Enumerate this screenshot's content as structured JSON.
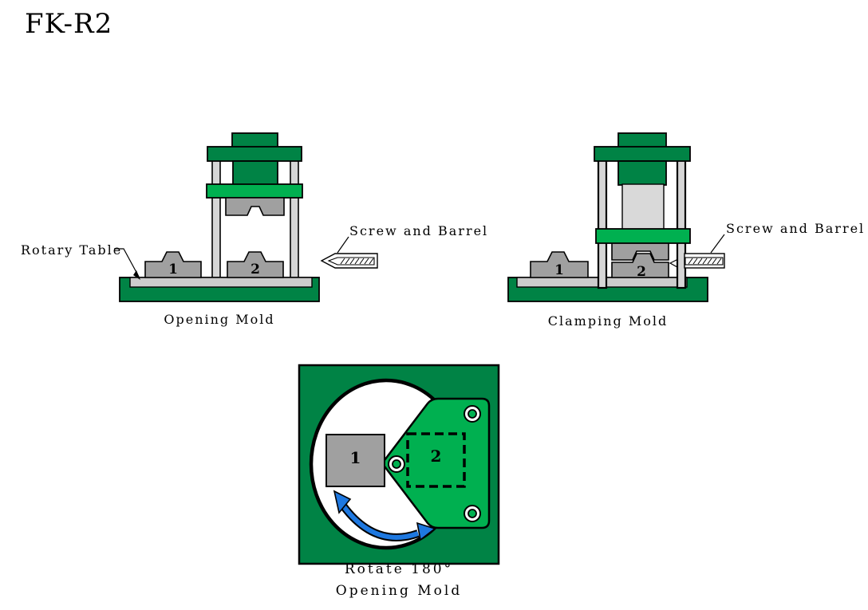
{
  "title": "FK-R2",
  "colors": {
    "dark_green": "#008345",
    "bright_green": "#00B050",
    "mold_gray": "#A0A0A0",
    "light_gray": "#D6D6D6",
    "table_gray": "#CCCCCC",
    "piston_gray": "#D9D9D9",
    "arrow_blue": "#1E78E0",
    "outline": "#000000"
  },
  "opening_view": {
    "caption": "Opening Mold",
    "rotary_table_label": "Rotary Table",
    "screw_barrel_label": "Screw and Barrel",
    "mold1_label": "1",
    "mold2_label": "2"
  },
  "clamping_view": {
    "caption": "Clamping Mold",
    "screw_barrel_label": "Screw and Barrel",
    "mold1_label": "1",
    "mold2_label": "2"
  },
  "rotate_view": {
    "caption_line1": "Rotate 180°",
    "caption_line2": "Opening Mold",
    "mold1_label": "1",
    "mold2_label": "2"
  }
}
